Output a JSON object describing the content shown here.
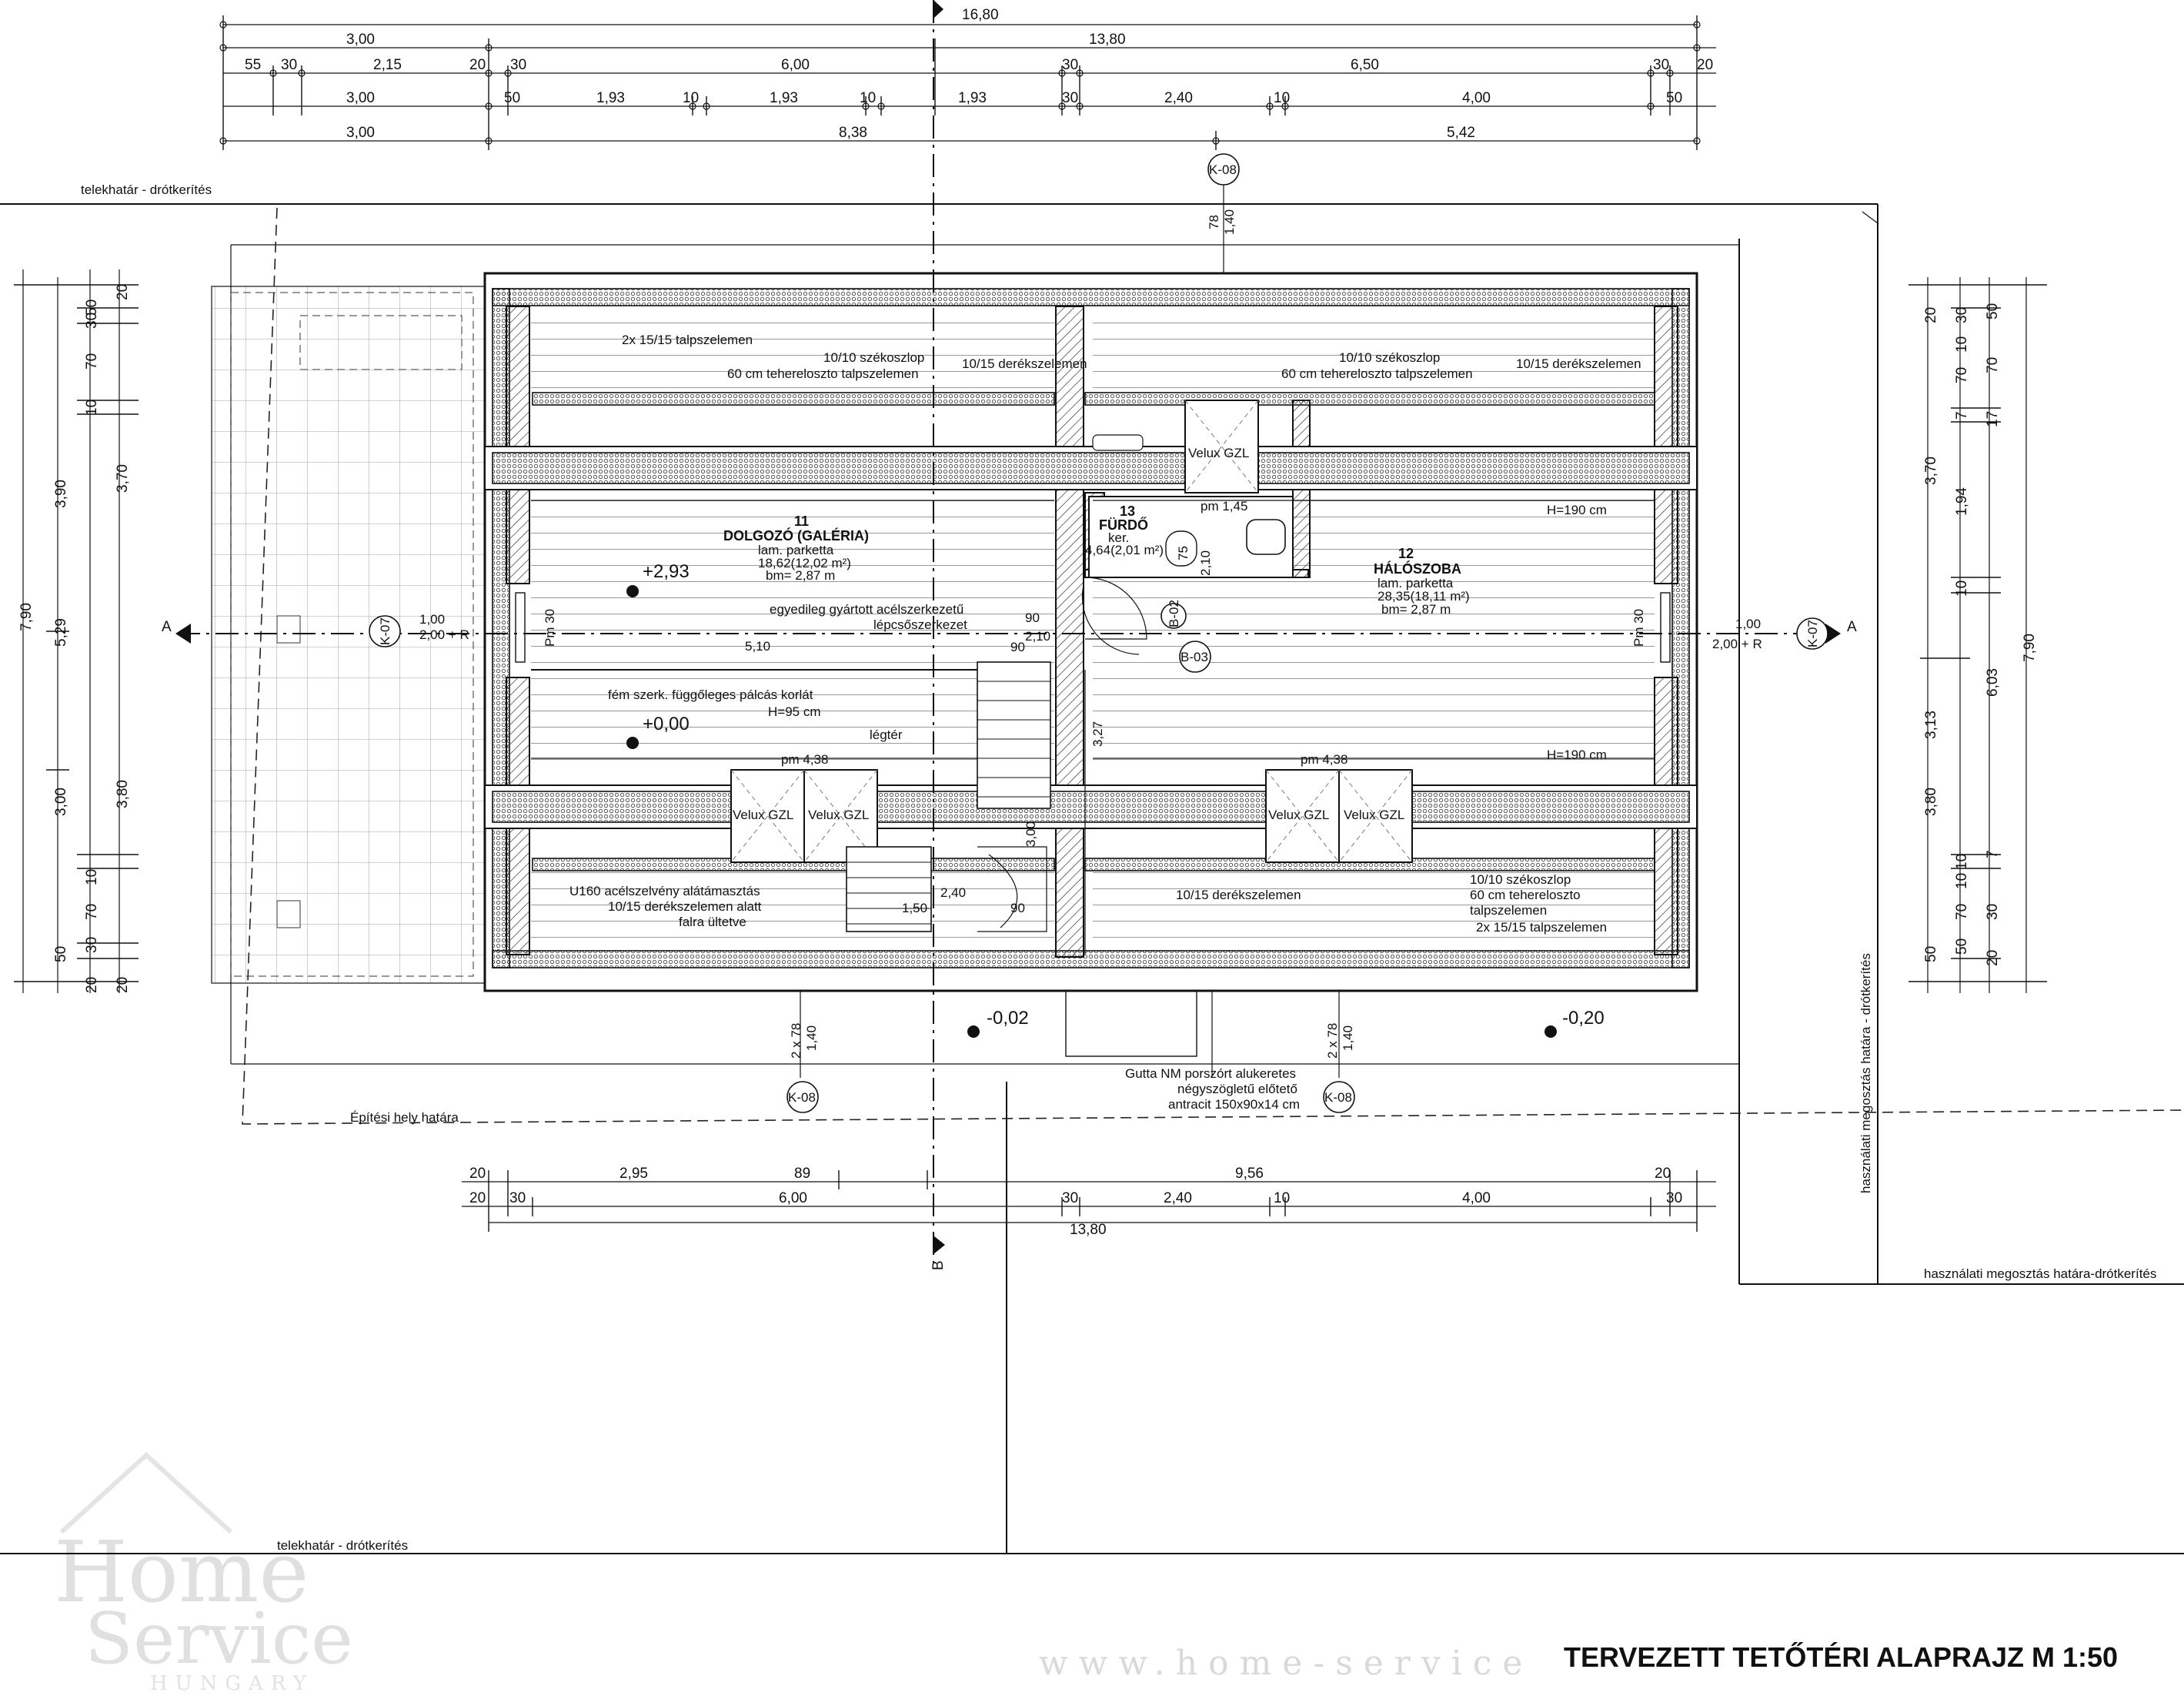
{
  "dims_top": {
    "total": "16,80",
    "row1": [
      "3,00",
      "13,80"
    ],
    "row2": [
      "55",
      "30",
      "2,15",
      "20",
      "30",
      "6,00",
      "30",
      "6,50",
      "30",
      "20"
    ],
    "row3": [
      "3,00",
      "50",
      "1,93",
      "10",
      "1,93",
      "10",
      "1,93",
      "30",
      "2,40",
      "10",
      "4,00",
      "50"
    ],
    "row4": [
      "3,00",
      "8,38",
      "5,42"
    ]
  },
  "dims_bottom": {
    "row1": [
      "20",
      "2,95",
      "89",
      "9,56",
      "20"
    ],
    "row2": [
      "20",
      "30",
      "6,00",
      "30",
      "2,40",
      "10",
      "4,00",
      "30"
    ],
    "total": "13,80"
  },
  "dims_left": {
    "outer": "7,90",
    "mid": [
      "3,90",
      "5,29",
      "3,00"
    ],
    "inner": [
      "50",
      "30",
      "20",
      "70",
      "10",
      "3,70",
      "3,80",
      "10",
      "70",
      "30",
      "50",
      "20",
      "20"
    ]
  },
  "dims_right": {
    "outer": "7,90",
    "mid": [
      "3,70",
      "3,13",
      "3,80"
    ],
    "inner": [
      "20",
      "30",
      "50",
      "10",
      "70",
      "70",
      "7",
      "17",
      "1,94",
      "10",
      "6,03",
      "10",
      "7",
      "10",
      "70",
      "30",
      "50",
      "50",
      "20"
    ]
  },
  "boundary_labels": {
    "top_left": "telekhatár - drótkerítés",
    "bottom_left": "telekhatár - drótkerítés",
    "right_vertical": "használati megosztás határa - drótkerítés",
    "right_bottom": "használati megosztás határa-drótkerítés",
    "building_site": "Építési hely határa"
  },
  "rooms": {
    "dolgozo": {
      "number": "11",
      "name": "DOLGOZÓ (GALÉRIA)",
      "floor": "lam. parketta",
      "area": "18,62(12,02 m²)",
      "height": "bm= 2,87 m"
    },
    "furdo": {
      "number": "13",
      "name": "FÜRDŐ",
      "floor": "ker.",
      "area": "4,64(2,01 m²)"
    },
    "haloszoba": {
      "number": "12",
      "name": "HÁLÓSZOBA",
      "floor": "lam. parketta",
      "area": "28,35(18,11 m²)",
      "height": "bm= 2,87 m"
    }
  },
  "annotations": {
    "talp_top": "2x 15/15 talpszelemen",
    "szekoszlop_1": "10/10 székoszlop",
    "teherelosztó_1": "60 cm tehereloszto talpszelemen",
    "derek_1": "10/15 derékszelemen",
    "szekoszlop_2": "10/10 székoszlop",
    "teherelosztó_2": "60 cm tehereloszto talpszelemen",
    "derek_2": "10/15 derékszelemen",
    "velux_top": "Velux GZL",
    "velux_bl1": "Velux GZL",
    "velux_bl2": "Velux GZL",
    "velux_br1": "Velux GZL",
    "velux_br2": "Velux GZL",
    "pm145": "pm 1,45",
    "h190_top": "H=190 cm",
    "h190_bottom": "H=190 cm",
    "pm438_l": "pm 4,38",
    "pm438_r": "pm 4,38",
    "stair": "egyedileg gyártott acélszerkezetű",
    "stair2": "lépcsőszerkezet",
    "korlat": "fém szerk. függőleges pálcás korlát",
    "korlat_h": "H=95 cm",
    "legter": "légtér",
    "u160_1": "U160 acélszelvény alátámasztás",
    "u160_2": "10/15 derékszelemen alatt",
    "u160_3": "falra ültetve",
    "derek_bottom": "10/15 derékszelemen",
    "szekoszlop_b": "10/10 székoszlop",
    "teher_b1": "60 cm tehereloszto",
    "teher_b2": "talpszelemen",
    "talp_bottom": "2x 15/15 talpszelemen",
    "gutta1": "Gutta NM porszórt alukeretes",
    "gutta2": "négyszögletű előtető",
    "gutta3": "antracit 150x90x14 cm",
    "pm30_l": "Pm 30",
    "pm30_r": "Pm 30",
    "d510": "5,10",
    "d90a": "90",
    "d210": "2,10",
    "d90b": "90",
    "d327": "3,27",
    "d300": "3,00",
    "d240": "2,40",
    "d150": "1,50",
    "d90c": "90",
    "d75": "75",
    "d210v": "2,10",
    "d100l": "1,00",
    "d200l": "2,00 + R",
    "d100r": "1,00",
    "d200r": "2,00 + R",
    "d78t": "78",
    "d140t": "1,40",
    "d278l": "2 x 78",
    "d140l": "1,40",
    "d278r": "2 x 78",
    "d140r": "1,40",
    "lv293": "+2,93",
    "lv000": "+0,00",
    "lv002": "-0,02",
    "lv020": "-0,20"
  },
  "markers": {
    "k08": "K-08",
    "k07": "K-07",
    "b02": "B-02",
    "b03": "B-03",
    "section_a": "A",
    "section_b": "B"
  },
  "title": "TERVEZETT TETŐTÉRI ALAPRAJZ  M 1:50",
  "watermark": {
    "line1": "Home",
    "line2": "Service",
    "line3": "HUNGARY",
    "url": "www.home-service"
  }
}
